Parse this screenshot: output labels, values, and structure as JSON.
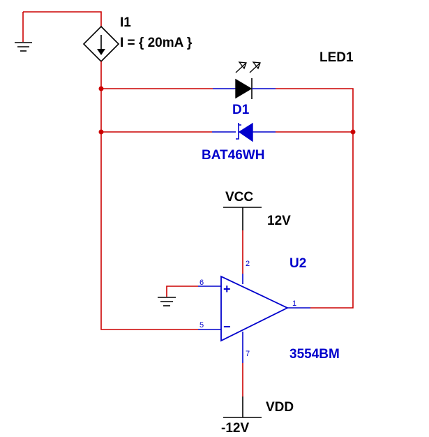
{
  "source": {
    "ref": "I1",
    "value": "I = { 20mA }"
  },
  "led": {
    "ref": "LED1",
    "name": "D1"
  },
  "diode": {
    "part": "BAT46WH"
  },
  "supply_top": {
    "name": "VCC",
    "value": "12V"
  },
  "supply_bottom": {
    "name": "VDD",
    "value": "-12V"
  },
  "opamp": {
    "ref": "U2",
    "part": "3554BM",
    "pins": {
      "v_plus": "2",
      "in_plus": "6",
      "in_minus": "5",
      "out": "1",
      "v_minus": "7"
    },
    "plus_sign": "+",
    "minus_sign": "−"
  },
  "colors": {
    "wire": "#cc0000",
    "component": "#0000cc",
    "ground": "#000000"
  }
}
